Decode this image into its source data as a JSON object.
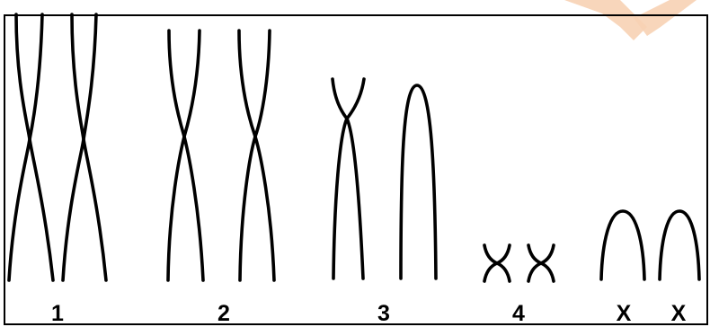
{
  "figure": {
    "labels": [
      "1",
      "2",
      "3",
      "4",
      "X",
      "X"
    ],
    "watermark_color": "#f4c9a8",
    "ink_color": "#000000"
  }
}
